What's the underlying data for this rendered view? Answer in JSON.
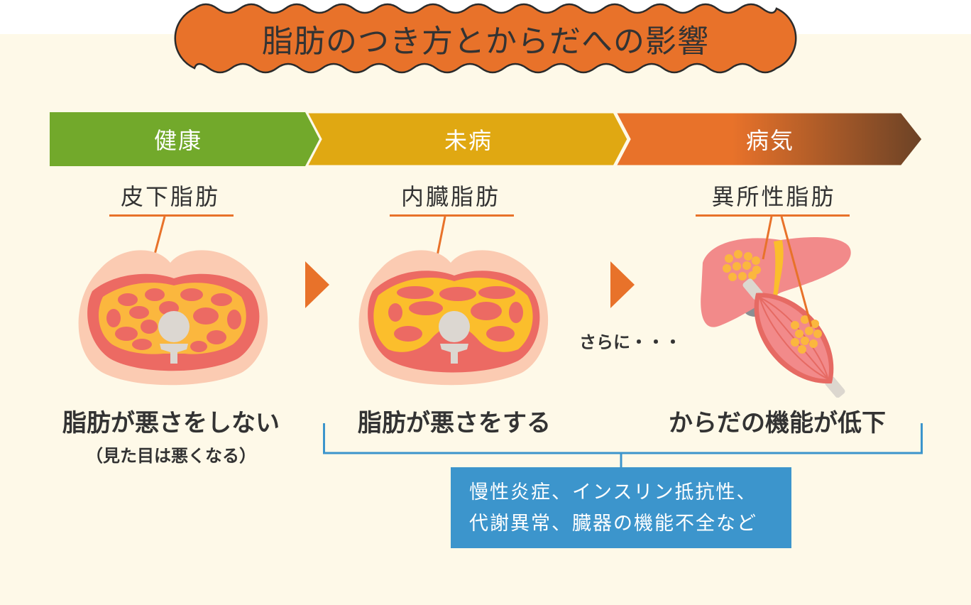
{
  "title": "脂肪のつき方とからだへの影響",
  "colors": {
    "background": "#fef9e8",
    "title_banner": "#e8722a",
    "stage_healthy": "#72a92b",
    "stage_presymptomatic": "#e0a812",
    "stage_disease_start": "#e8722a",
    "stage_disease_end": "#6b4226",
    "accent_line": "#e8722a",
    "info_box": "#3c95cc",
    "text": "#333333"
  },
  "stages": [
    {
      "label": "健康",
      "fat_type": "皮下脂肪",
      "description": "脂肪が悪さをしない",
      "note": "（見た目は悪くなる）",
      "illustration": "abdomen-cross-section-subcutaneous"
    },
    {
      "label": "未病",
      "fat_type": "内臓脂肪",
      "description": "脂肪が悪さをする",
      "illustration": "abdomen-cross-section-visceral"
    },
    {
      "label": "病気",
      "fat_type": "異所性脂肪",
      "description": "からだの機能が低下",
      "illustration": "liver-and-muscle-with-fat"
    }
  ],
  "transition_text": "さらに・・・",
  "info_box": {
    "line1": "慢性炎症、インスリン抵抗性、",
    "line2": "代謝異常、臓器の機能不全など"
  }
}
